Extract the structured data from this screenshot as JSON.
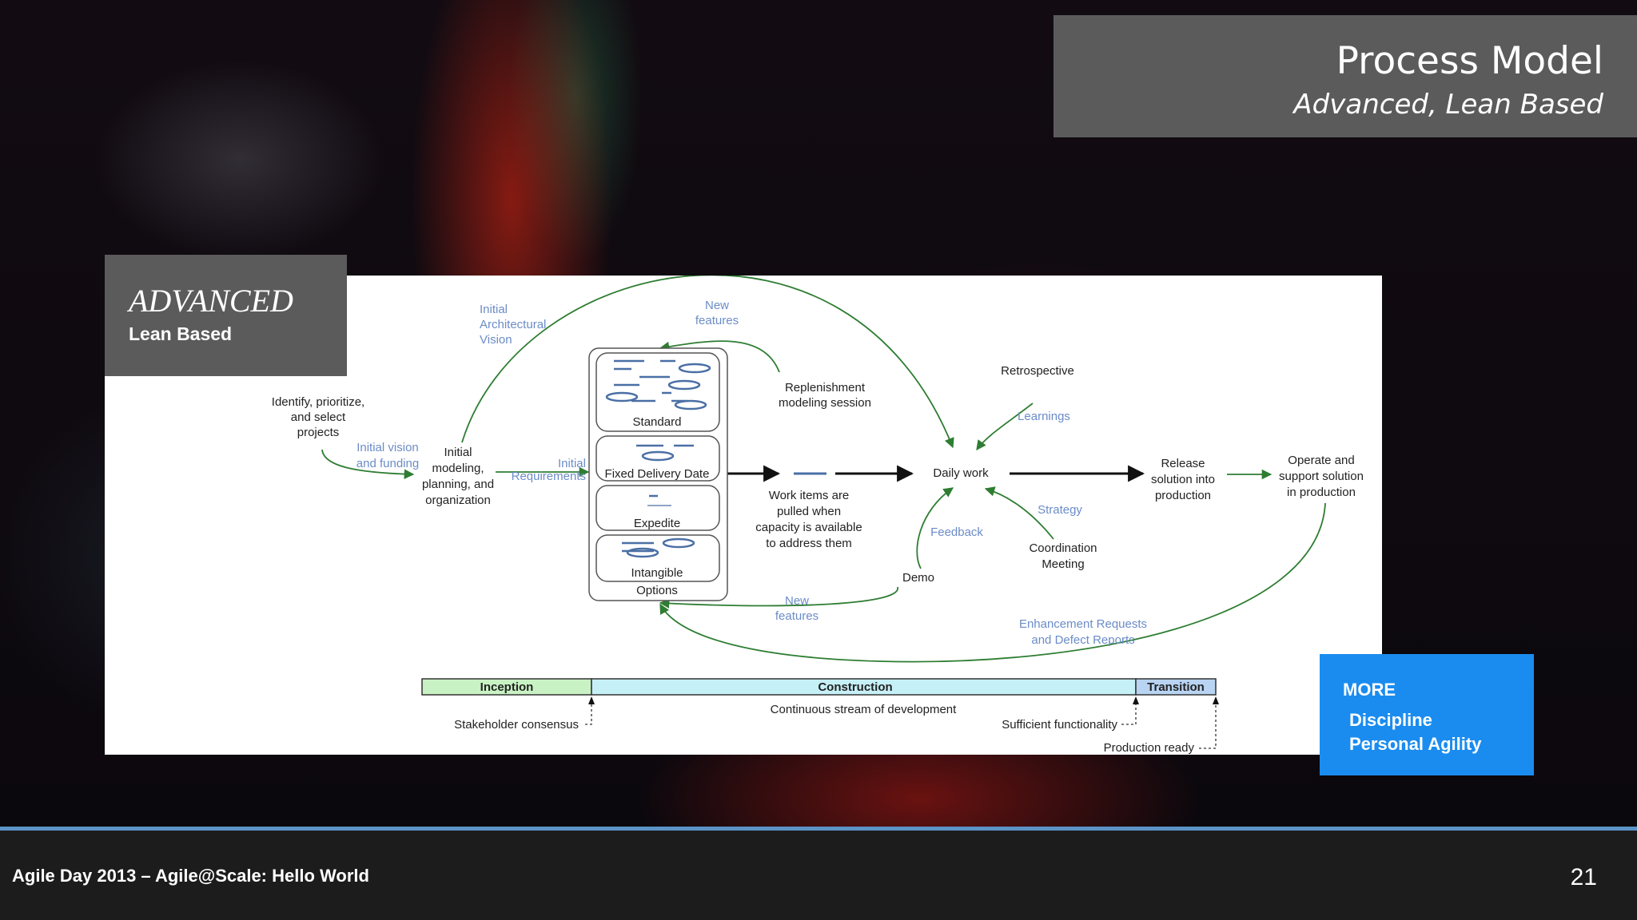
{
  "header": {
    "title": "Process Model",
    "subtitle": "Advanced, Lean Based"
  },
  "badge": {
    "title": "ADVANCED",
    "subtitle": "Lean Based"
  },
  "more": {
    "title": "MORE",
    "items": [
      "Discipline",
      "Personal Agility"
    ]
  },
  "footer": {
    "text": "Agile Day 2013 – Agile@Scale: Hello World",
    "page": "21"
  },
  "diagram": {
    "identify": [
      "Identify, prioritize,",
      "and select",
      "projects"
    ],
    "initial_vision": [
      "Initial vision",
      "and funding"
    ],
    "initial_modeling": [
      "Initial",
      "modeling,",
      "planning, and",
      "organization"
    ],
    "initial_arch_vision": [
      "Initial",
      "Architectural",
      "Vision"
    ],
    "initial_requirements": [
      "Initial",
      "Requirements"
    ],
    "new_features_top": [
      "New",
      "features"
    ],
    "new_features_bottom": [
      "New",
      "features"
    ],
    "lanes": [
      "Standard",
      "Fixed Delivery Date",
      "Expedite",
      "Intangible"
    ],
    "options": "Options",
    "replenishment": [
      "Replenishment",
      "modeling session"
    ],
    "work_items": [
      "Work items are",
      "pulled when",
      "capacity is available",
      "to address them"
    ],
    "daily_work": "Daily work",
    "retrospective": "Retrospective",
    "learnings": "Learnings",
    "strategy": "Strategy",
    "feedback": "Feedback",
    "coordination": [
      "Coordination",
      "Meeting"
    ],
    "demo": "Demo",
    "release": [
      "Release",
      "solution into",
      "production"
    ],
    "operate": [
      "Operate and",
      "support solution",
      "in production"
    ],
    "enhancement": [
      "Enhancement Requests",
      "and Defect Reports"
    ],
    "phases": [
      "Inception",
      "Construction",
      "Transition"
    ],
    "stakeholder": "Stakeholder consensus",
    "continuous": "Continuous stream of development",
    "sufficient": "Sufficient functionality",
    "production_ready": "Production ready"
  }
}
